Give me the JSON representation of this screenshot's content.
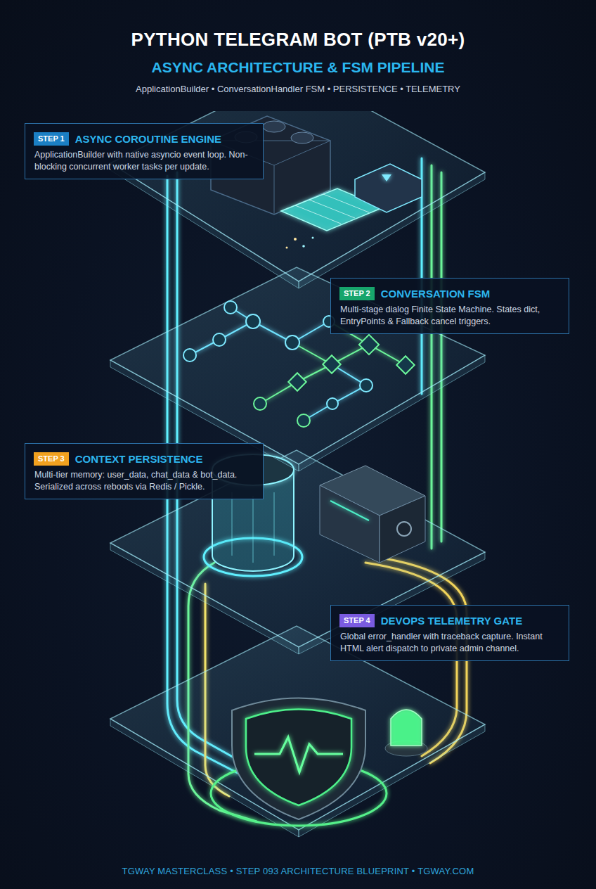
{
  "diagram": {
    "title": "PYTHON TELEGRAM BOT (PTB v20+)",
    "nodes": [
      {
        "text": [
          "ASYNC COROUTINE ENGINE",
          "ApplicationBuilder with native asyncio event loop. Non-blocking concurrent worker tasks per update."
        ]
      },
      {
        "text": [
          "STEP 1"
        ],
        "in": 0
      },
      {
        "text": [
          "CONVERSATION FSM",
          "Multi-stage dialog Finite State Machine. States dict, EntryPoints & Fallback cancel triggers."
        ]
      },
      {
        "text": [
          "STEP 2"
        ],
        "in": 2
      },
      {
        "text": [
          "CONTEXT PERSISTENCE",
          "Multi-tier memory: user_data, chat_data & bot_data. Serialized across reboots via Redis / Pickle."
        ]
      },
      {
        "text": [
          "STEP 3"
        ],
        "in": 4
      },
      {
        "text": [
          "DEVOPS TELEMETRY GATE",
          "Global error_handler with traceback capture. Instant HTML alert dispatch to private admin channel."
        ]
      },
      {
        "text": [
          "STEP 4"
        ],
        "in": 6
      }
    ],
    "labels": [
      "ASYNC ARCHITECTURE & FSM PIPELINE",
      "ApplicationBuilder • ConversationHandler FSM • PERSISTENCE • TELEMETRY",
      "TGWAY MASTERCLASS • STEP 093 ARCHITECTURE BLUEPRINT • TGWAY.COM"
    ]
  }
}
